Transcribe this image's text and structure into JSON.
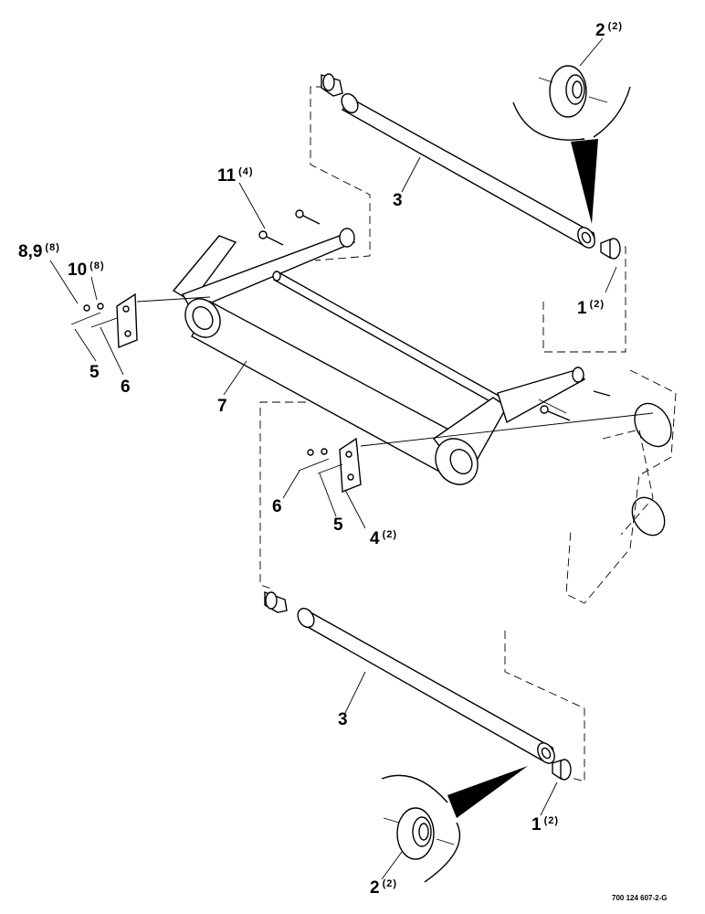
{
  "callouts": {
    "roller_top_cap_qty": "2",
    "roller_top_num": "3",
    "roller_top_end_num": "1",
    "roller_top_end_qty": "2",
    "top_bolt_num": "11",
    "top_bolt_qty": "4",
    "left_bolt_num": "8,9",
    "left_bolt_qty": "8",
    "left_nut_num": "10",
    "left_nut_qty": "8",
    "left_5": "5",
    "left_6": "6",
    "tube_7": "7",
    "mid_6": "6",
    "mid_5": "5",
    "bearing_num": "4",
    "bearing_qty": "2",
    "roller_bottom_num": "3",
    "bottom_end_num": "1",
    "bottom_end_qty": "2",
    "bottom_cap_num": "2",
    "bottom_cap_qty": "2",
    "top_cap_num": "2"
  },
  "drawing_code": "700 124 607-2-G"
}
